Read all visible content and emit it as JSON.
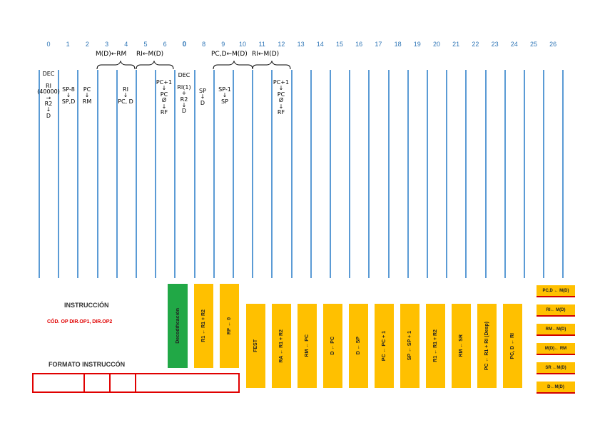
{
  "columns": [
    "0",
    "1",
    "2",
    "3",
    "4",
    "5",
    "6",
    "0",
    "8",
    "9",
    "10",
    "11",
    "12",
    "13",
    "14",
    "15",
    "16",
    "17",
    "18",
    "19",
    "20",
    "21",
    "22",
    "23",
    "24",
    "25",
    "26"
  ],
  "braces": [
    "M(D)←RM",
    "RI←M(D)",
    "PC,D←M(D)",
    "RI←M(D)"
  ],
  "handwriting": {
    "col0": "DEC\n\nRI\n(40000)\n→\nR2\n↓\nD",
    "col1": "SP-8\n↓\nSP,D",
    "col2": "PC\n↓\nRM",
    "col4": "RI\n↓\nPC, D",
    "col6": "PC+1\n↓\nPC\nØ\n↓\nRF",
    "col7": "DEC\n\nRI(1)\n+\nR2\n↓\nD",
    "col8": "SP\n↓\nD",
    "col9": "SP-1\n↓\nSP",
    "col12": "PC+1\n↓\nPC\nØ\n↓\nRF"
  },
  "labels": {
    "instruccion": "INSTRUCCIÓN",
    "codigo": "CÓD. OP DIR.OP1, DIR.OP2",
    "formato": "FORMATO INSTRUCCÓN"
  },
  "micro_ops": {
    "decodificacion": "Decodificación",
    "r1_sum": "R1 ← R1 + R2",
    "rf_zero": "RF ← 0",
    "fetch": "FEST",
    "ra_sum": "RA ← R1 + R2",
    "rm_pc": "RM ← PC",
    "d_pc": "D ← PC",
    "d_sp": "D ← SP",
    "pc_inc": "PC ← PC + 1",
    "sp_inc": "SP ← SP + 1",
    "r1_sum2": "R1 ← R1 + R2",
    "rm_sr": "RM ← SR",
    "pc_ri": "PC ← R1 + RI (Desp)",
    "pc_d_ri": "PC, D ← RI"
  },
  "right_ops": [
    "PC,D ← M(D)",
    "RI← M(D)",
    "RM←M(D)",
    "M(D)← RM",
    "SR ←M(D)",
    "D←M(D)"
  ],
  "colors": {
    "line": "#5b9bd5",
    "number": "#2e75b6",
    "box": "#ffc000",
    "green": "#21a846",
    "red": "#e00000"
  }
}
